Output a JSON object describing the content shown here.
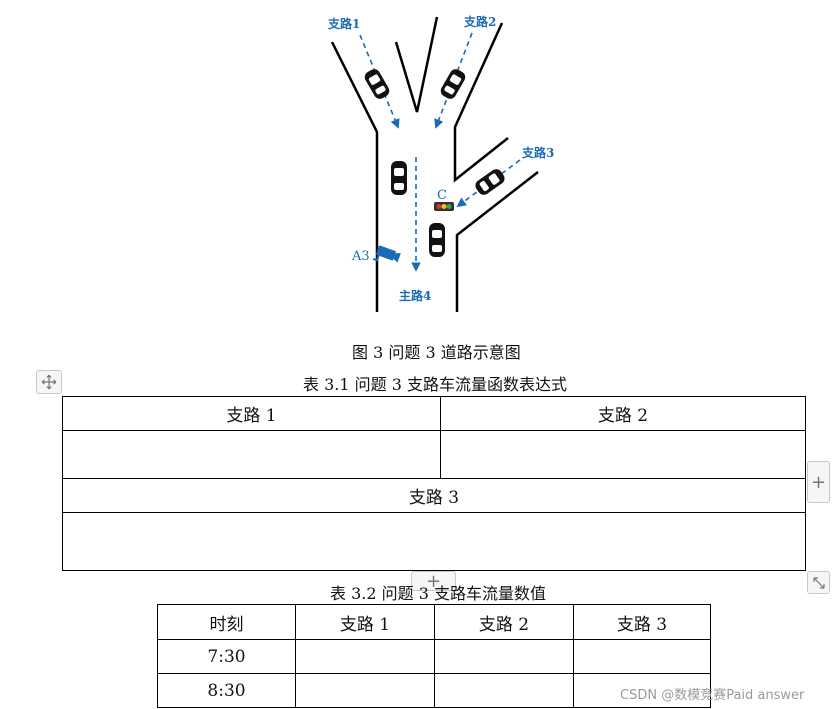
{
  "figure": {
    "labels": {
      "branch1": "支路1",
      "branch2": "支路2",
      "branch3": "支路3",
      "main4": "主路4",
      "camera": "A3",
      "signal": "C"
    },
    "caption": "图 3  问题 3 道路示意图"
  },
  "table1": {
    "caption": "表 3.1  问题 3 支路车流量函数表达式",
    "headers": [
      "支路 1",
      "支路 2"
    ],
    "row2_header": "支路 3"
  },
  "table2": {
    "caption": "表 3.2  问题 3 支路车流量数值",
    "headers": [
      "时刻",
      "支路 1",
      "支路 2",
      "支路 3"
    ],
    "rows": [
      {
        "time": "7:30"
      },
      {
        "time": "8:30"
      }
    ]
  },
  "toolbar": {
    "add_col": "+",
    "add_row": "+"
  },
  "watermark": "CSDN @数模竞赛Paid answer",
  "colors": {
    "accent": "#1a6bb5",
    "signal_red": "#d9332b",
    "signal_yellow": "#f2c21b",
    "signal_green": "#3aa54a"
  }
}
